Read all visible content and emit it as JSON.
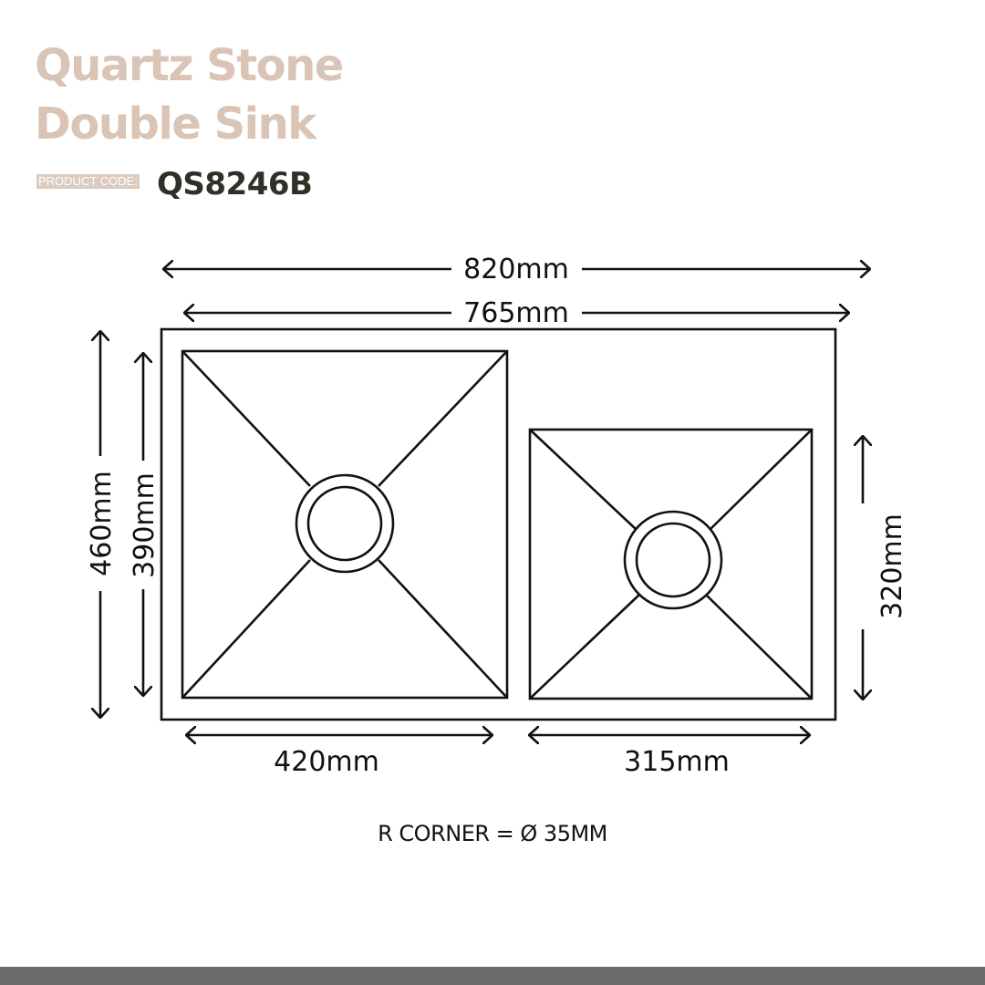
{
  "product": {
    "title_line1": "Quartz Stone",
    "title_line2": "Double Sink",
    "code_label": "PRODUCT CODE:",
    "code": "QS8246B"
  },
  "dimensions": {
    "overall_width": "820mm",
    "inner_width": "765mm",
    "overall_height": "460mm",
    "large_bowl_height": "390mm",
    "small_bowl_height": "320mm",
    "large_bowl_width": "420mm",
    "small_bowl_width": "315mm"
  },
  "note": "R CORNER =  Ø 35MM",
  "colors": {
    "title": "#d9c4b6",
    "code_label_bg": "#dccbbf",
    "code": "#2e3126",
    "line": "#111111",
    "footer": "#6b6b6b"
  }
}
